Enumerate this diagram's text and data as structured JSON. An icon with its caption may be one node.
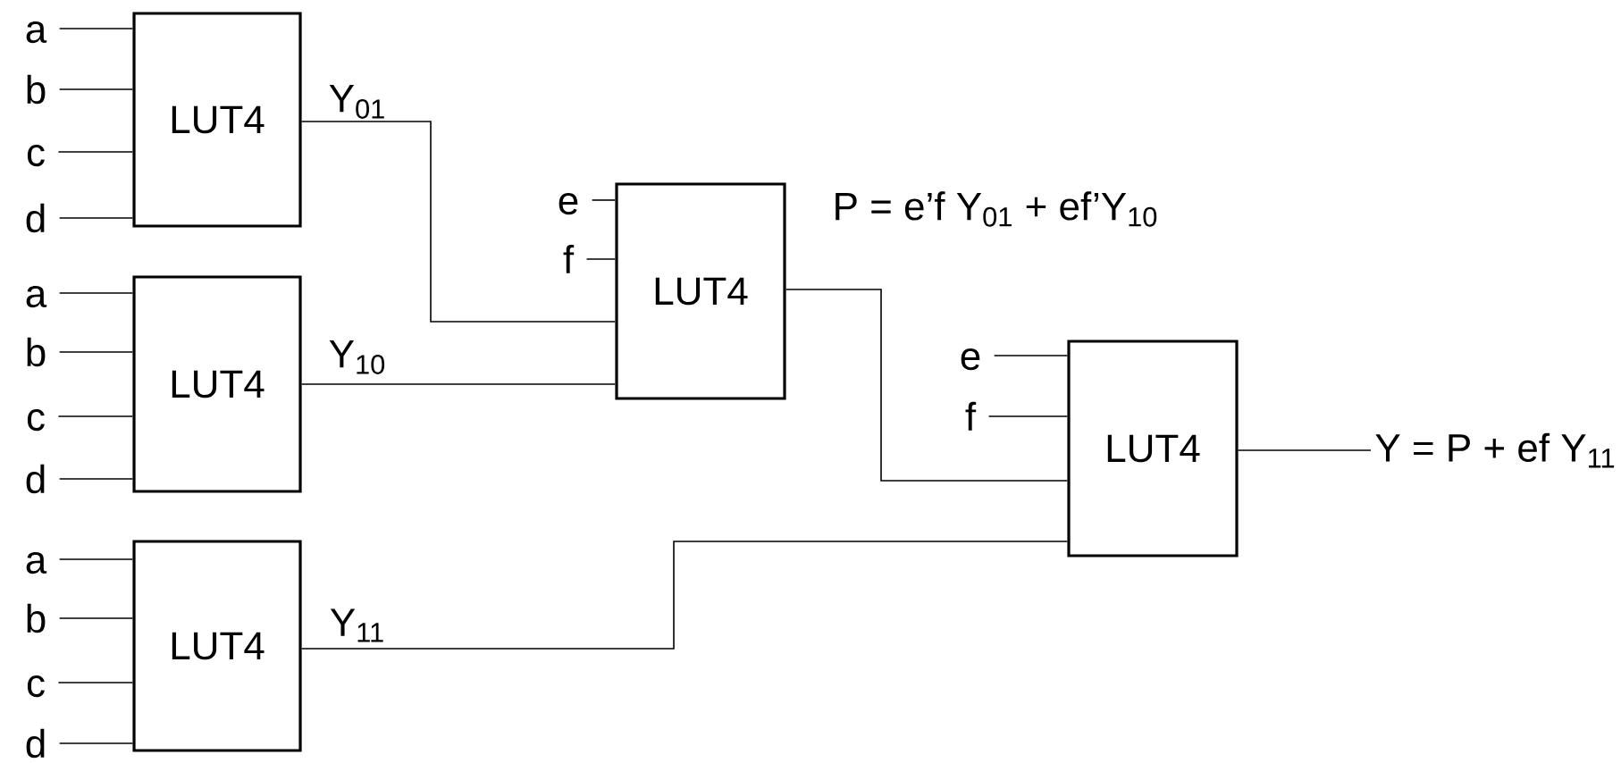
{
  "diagram": {
    "nodes": [
      {
        "text": [
          "a"
        ]
      },
      {
        "text": [
          "b"
        ]
      },
      {
        "text": [
          "c"
        ]
      },
      {
        "text": [
          "d"
        ]
      },
      {
        "text": [
          "LUT4"
        ]
      },
      {
        "text": [
          "a"
        ]
      },
      {
        "text": [
          "b"
        ]
      },
      {
        "text": [
          "c"
        ]
      },
      {
        "text": [
          "d"
        ]
      },
      {
        "text": [
          "LUT4"
        ]
      },
      {
        "text": [
          "a"
        ]
      },
      {
        "text": [
          "b"
        ]
      },
      {
        "text": [
          "c"
        ]
      },
      {
        "text": [
          "d"
        ]
      },
      {
        "text": [
          "LUT4"
        ]
      },
      {
        "text": [
          "e"
        ]
      },
      {
        "text": [
          "f"
        ]
      },
      {
        "text": [
          "LUT4"
        ]
      },
      {
        "text": [
          "e"
        ]
      },
      {
        "text": [
          "f"
        ]
      },
      {
        "text": [
          "LUT4"
        ]
      },
      {
        "text": [
          "Y = P + ef Y$_{11}$"
        ]
      }
    ],
    "edges": [
      {
        "from": 0,
        "to": 4,
        "arrow": "none"
      },
      {
        "from": 1,
        "to": 4,
        "arrow": "none"
      },
      {
        "from": 2,
        "to": 4,
        "arrow": "none"
      },
      {
        "from": 3,
        "to": 4,
        "arrow": "none"
      },
      {
        "from": 5,
        "to": 9,
        "arrow": "none"
      },
      {
        "from": 6,
        "to": 9,
        "arrow": "none"
      },
      {
        "from": 7,
        "to": 9,
        "arrow": "none"
      },
      {
        "from": 8,
        "to": 9,
        "arrow": "none"
      },
      {
        "from": 10,
        "to": 14,
        "arrow": "none"
      },
      {
        "from": 11,
        "to": 14,
        "arrow": "none"
      },
      {
        "from": 12,
        "to": 14,
        "arrow": "none"
      },
      {
        "from": 13,
        "to": 14,
        "arrow": "none"
      },
      {
        "from": 15,
        "to": 17,
        "arrow": "none"
      },
      {
        "from": 16,
        "to": 17,
        "arrow": "none"
      },
      {
        "from": 4,
        "to": 17,
        "arrow": "none",
        "label": "Y$_{01}$"
      },
      {
        "from": 9,
        "to": 17,
        "arrow": "none",
        "label": "Y$_{10}$"
      },
      {
        "from": 18,
        "to": 20,
        "arrow": "none"
      },
      {
        "from": 19,
        "to": 20,
        "arrow": "none"
      },
      {
        "from": 17,
        "to": 20,
        "arrow": "none",
        "label": "P = e’f Y$_{01}$ + ef’Y$_{10}$"
      },
      {
        "from": 14,
        "to": 20,
        "arrow": "none",
        "label": "Y$_{11}$"
      },
      {
        "from": 20,
        "to": 21,
        "arrow": "none"
      }
    ]
  }
}
